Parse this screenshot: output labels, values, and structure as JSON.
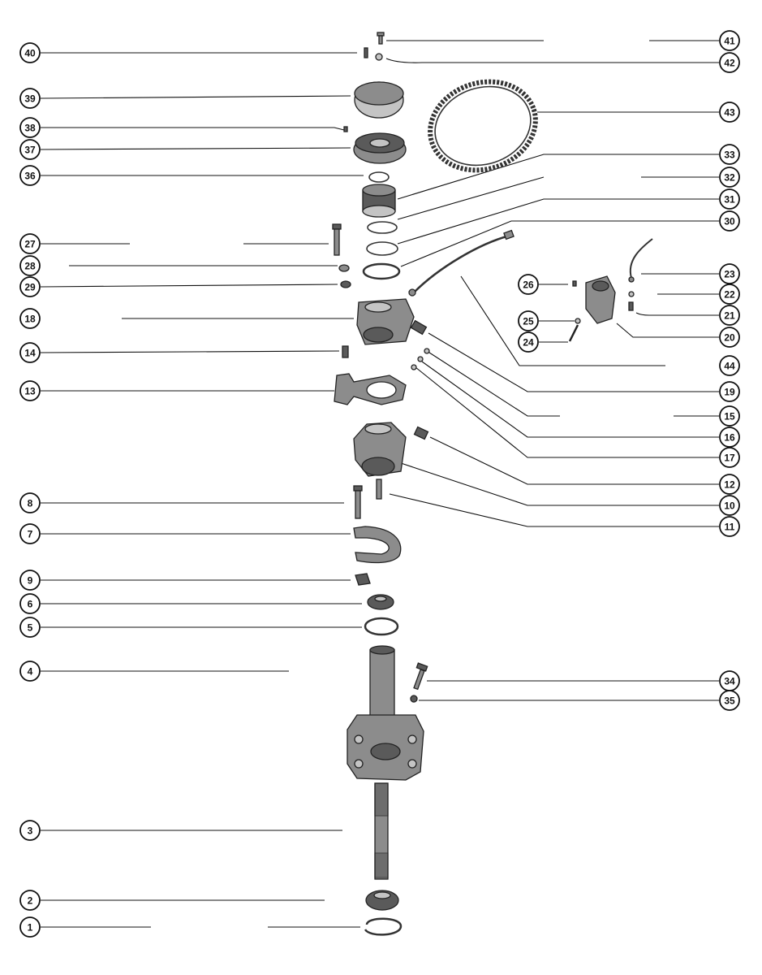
{
  "colors": {
    "ink": "#111111",
    "paper": "#ffffff",
    "part_fill": "#8c8c8c",
    "part_dark": "#5a5a5a"
  },
  "callouts": [
    {
      "id": "c41",
      "label": "41"
    },
    {
      "id": "c40",
      "label": "40"
    },
    {
      "id": "c42",
      "label": "42"
    },
    {
      "id": "c39",
      "label": "39"
    },
    {
      "id": "c43",
      "label": "43"
    },
    {
      "id": "c38",
      "label": "38"
    },
    {
      "id": "c37",
      "label": "37"
    },
    {
      "id": "c33",
      "label": "33"
    },
    {
      "id": "c36",
      "label": "36"
    },
    {
      "id": "c32",
      "label": "32"
    },
    {
      "id": "c31",
      "label": "31"
    },
    {
      "id": "c30",
      "label": "30"
    },
    {
      "id": "c27",
      "label": "27"
    },
    {
      "id": "c28",
      "label": "28"
    },
    {
      "id": "c23",
      "label": "23"
    },
    {
      "id": "c26",
      "label": "26"
    },
    {
      "id": "c29",
      "label": "29"
    },
    {
      "id": "c22",
      "label": "22"
    },
    {
      "id": "c21",
      "label": "21"
    },
    {
      "id": "c18",
      "label": "18"
    },
    {
      "id": "c25",
      "label": "25"
    },
    {
      "id": "c20",
      "label": "20"
    },
    {
      "id": "c24",
      "label": "24"
    },
    {
      "id": "c14",
      "label": "14"
    },
    {
      "id": "c44",
      "label": "44"
    },
    {
      "id": "c13",
      "label": "13"
    },
    {
      "id": "c19",
      "label": "19"
    },
    {
      "id": "c15",
      "label": "15"
    },
    {
      "id": "c16",
      "label": "16"
    },
    {
      "id": "c17",
      "label": "17"
    },
    {
      "id": "c12",
      "label": "12"
    },
    {
      "id": "c8",
      "label": "8"
    },
    {
      "id": "c10",
      "label": "10"
    },
    {
      "id": "c11",
      "label": "11"
    },
    {
      "id": "c7",
      "label": "7"
    },
    {
      "id": "c9",
      "label": "9"
    },
    {
      "id": "c6",
      "label": "6"
    },
    {
      "id": "c5",
      "label": "5"
    },
    {
      "id": "c4",
      "label": "4"
    },
    {
      "id": "c34",
      "label": "34"
    },
    {
      "id": "c35",
      "label": "35"
    },
    {
      "id": "c3",
      "label": "3"
    },
    {
      "id": "c2",
      "label": "2"
    },
    {
      "id": "c1",
      "label": "1"
    }
  ]
}
